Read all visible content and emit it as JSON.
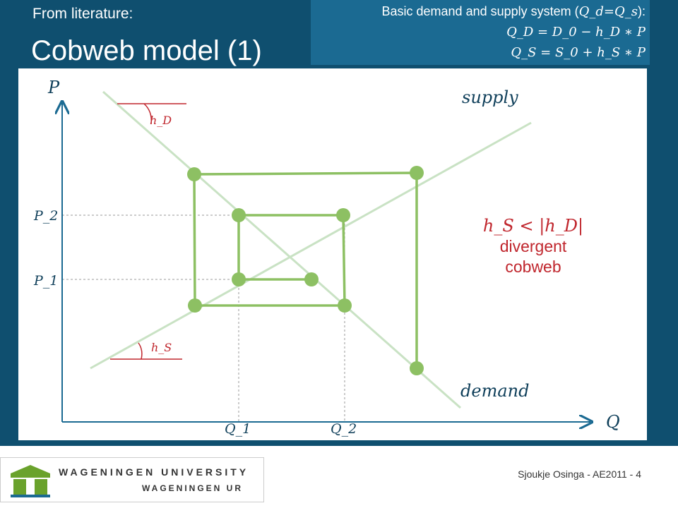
{
  "header": {
    "subtitle": "From literature:",
    "title": "Cobweb model (1)",
    "equations": {
      "heading": "Basic demand and supply system (",
      "heading_math": "Q_d=Q_s",
      "heading_end": "):",
      "demand_eq": "Q_D = D_0 − h_D ∗ P",
      "supply_eq": "Q_S = S_0 + h_S ∗ P"
    }
  },
  "diagram": {
    "axis_y_label": "P",
    "axis_x_label": "Q",
    "supply_label": "supply",
    "demand_label": "demand",
    "slope_demand_label": "h_D",
    "slope_supply_label": "h_S",
    "p1_label": "P_1",
    "p2_label": "P_2",
    "q1_label": "Q_1",
    "q2_label": "Q_2",
    "condition": "h_S < |h_D|",
    "note_line1": "divergent",
    "note_line2": "cobweb",
    "colors": {
      "curves": "#c9e2c4",
      "cobweb": "#8dc063",
      "slope_marks": "#c0262d",
      "axes": "#1b6a92",
      "dashes": "#999999"
    }
  },
  "logo": {
    "line1": "WAGENINGEN UNIVERSITY",
    "line2": "WAGENINGEN UR"
  },
  "footer": {
    "text": "Sjoukje Osinga - AE2011 - 4"
  }
}
